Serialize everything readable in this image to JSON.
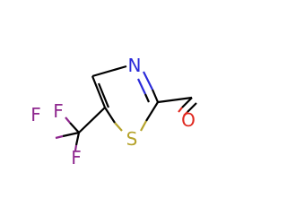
{
  "atoms": {
    "n": {
      "symbol": "N",
      "color": "#2b2bd9"
    },
    "s": {
      "symbol": "S",
      "color": "#b5a22a"
    },
    "o": {
      "symbol": "O",
      "color": "#e0281f"
    },
    "f1": {
      "symbol": "F",
      "color": "#8e278e"
    },
    "f2": {
      "symbol": "F",
      "color": "#8e278e"
    },
    "f3": {
      "symbol": "F",
      "color": "#8e278e"
    }
  },
  "colors": {
    "carbon_bond": "#000000",
    "background": "#ffffff"
  }
}
